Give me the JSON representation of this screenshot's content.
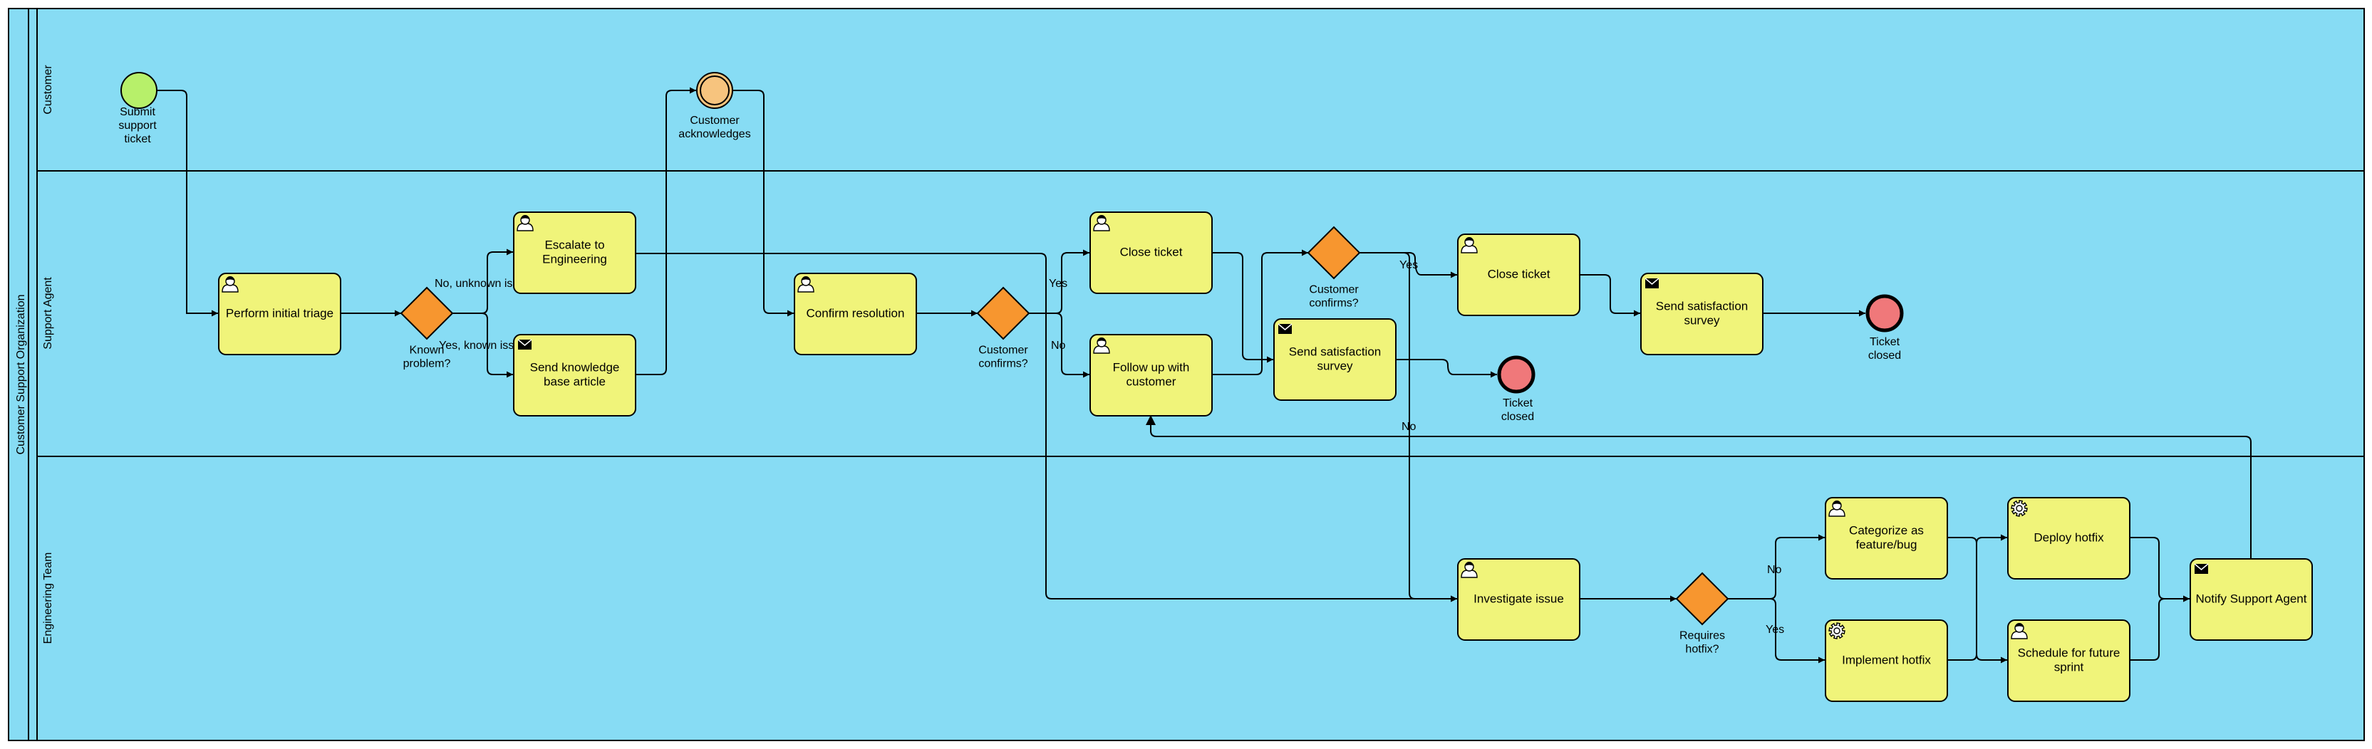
{
  "pool": {
    "title": "Customer Support Organization"
  },
  "lanes": [
    {
      "id": "customer",
      "title": "Customer"
    },
    {
      "id": "agent",
      "title": "Support Agent"
    },
    {
      "id": "eng",
      "title": "Engineering Team"
    }
  ],
  "events": {
    "start": {
      "label": [
        "Submit",
        "support",
        "ticket"
      ]
    },
    "ack": {
      "label": [
        "Customer",
        "acknowledges"
      ]
    },
    "end1": {
      "label": [
        "Ticket",
        "closed"
      ]
    },
    "end2": {
      "label": [
        "Ticket",
        "closed"
      ]
    }
  },
  "tasks": {
    "triage": {
      "type": "user",
      "label": [
        "Perform initial triage"
      ]
    },
    "escalate": {
      "type": "user",
      "label": [
        "Escalate to",
        "Engineering"
      ]
    },
    "kb": {
      "type": "send",
      "label": [
        "Send knowledge",
        "base article"
      ]
    },
    "confirm": {
      "type": "user",
      "label": [
        "Confirm resolution"
      ]
    },
    "close1": {
      "type": "user",
      "label": [
        "Close ticket"
      ]
    },
    "followup": {
      "type": "user",
      "label": [
        "Follow up with",
        "customer"
      ]
    },
    "survey1": {
      "type": "send",
      "label": [
        "Send satisfaction",
        "survey"
      ]
    },
    "close2": {
      "type": "user",
      "label": [
        "Close ticket"
      ]
    },
    "survey2": {
      "type": "send",
      "label": [
        "Send satisfaction",
        "survey"
      ]
    },
    "investigate": {
      "type": "user",
      "label": [
        "Investigate issue"
      ]
    },
    "categorize": {
      "type": "user",
      "label": [
        "Categorize as",
        "feature/bug"
      ]
    },
    "implement": {
      "type": "service",
      "label": [
        "Implement hotfix"
      ]
    },
    "deploy": {
      "type": "service",
      "label": [
        "Deploy hotfix"
      ]
    },
    "schedule": {
      "type": "user",
      "label": [
        "Schedule for future",
        "sprint"
      ]
    },
    "notify": {
      "type": "send",
      "label": [
        "Notify Support Agent"
      ]
    }
  },
  "gateways": {
    "known": {
      "label": [
        "Known",
        "problem?"
      ]
    },
    "confirms1": {
      "label": [
        "Customer",
        "confirms?"
      ]
    },
    "confirms2": {
      "label": [
        "Customer",
        "confirms?"
      ]
    },
    "hotfix": {
      "label": [
        "Requires",
        "hotfix?"
      ]
    }
  },
  "flow_labels": {
    "no_unknown": "No, unknown issue",
    "yes_known": "Yes, known issue",
    "c1_yes": "Yes",
    "c1_no": "No",
    "c2_yes": "Yes",
    "c2_no": "No",
    "hf_no": "No",
    "hf_yes": "Yes"
  }
}
